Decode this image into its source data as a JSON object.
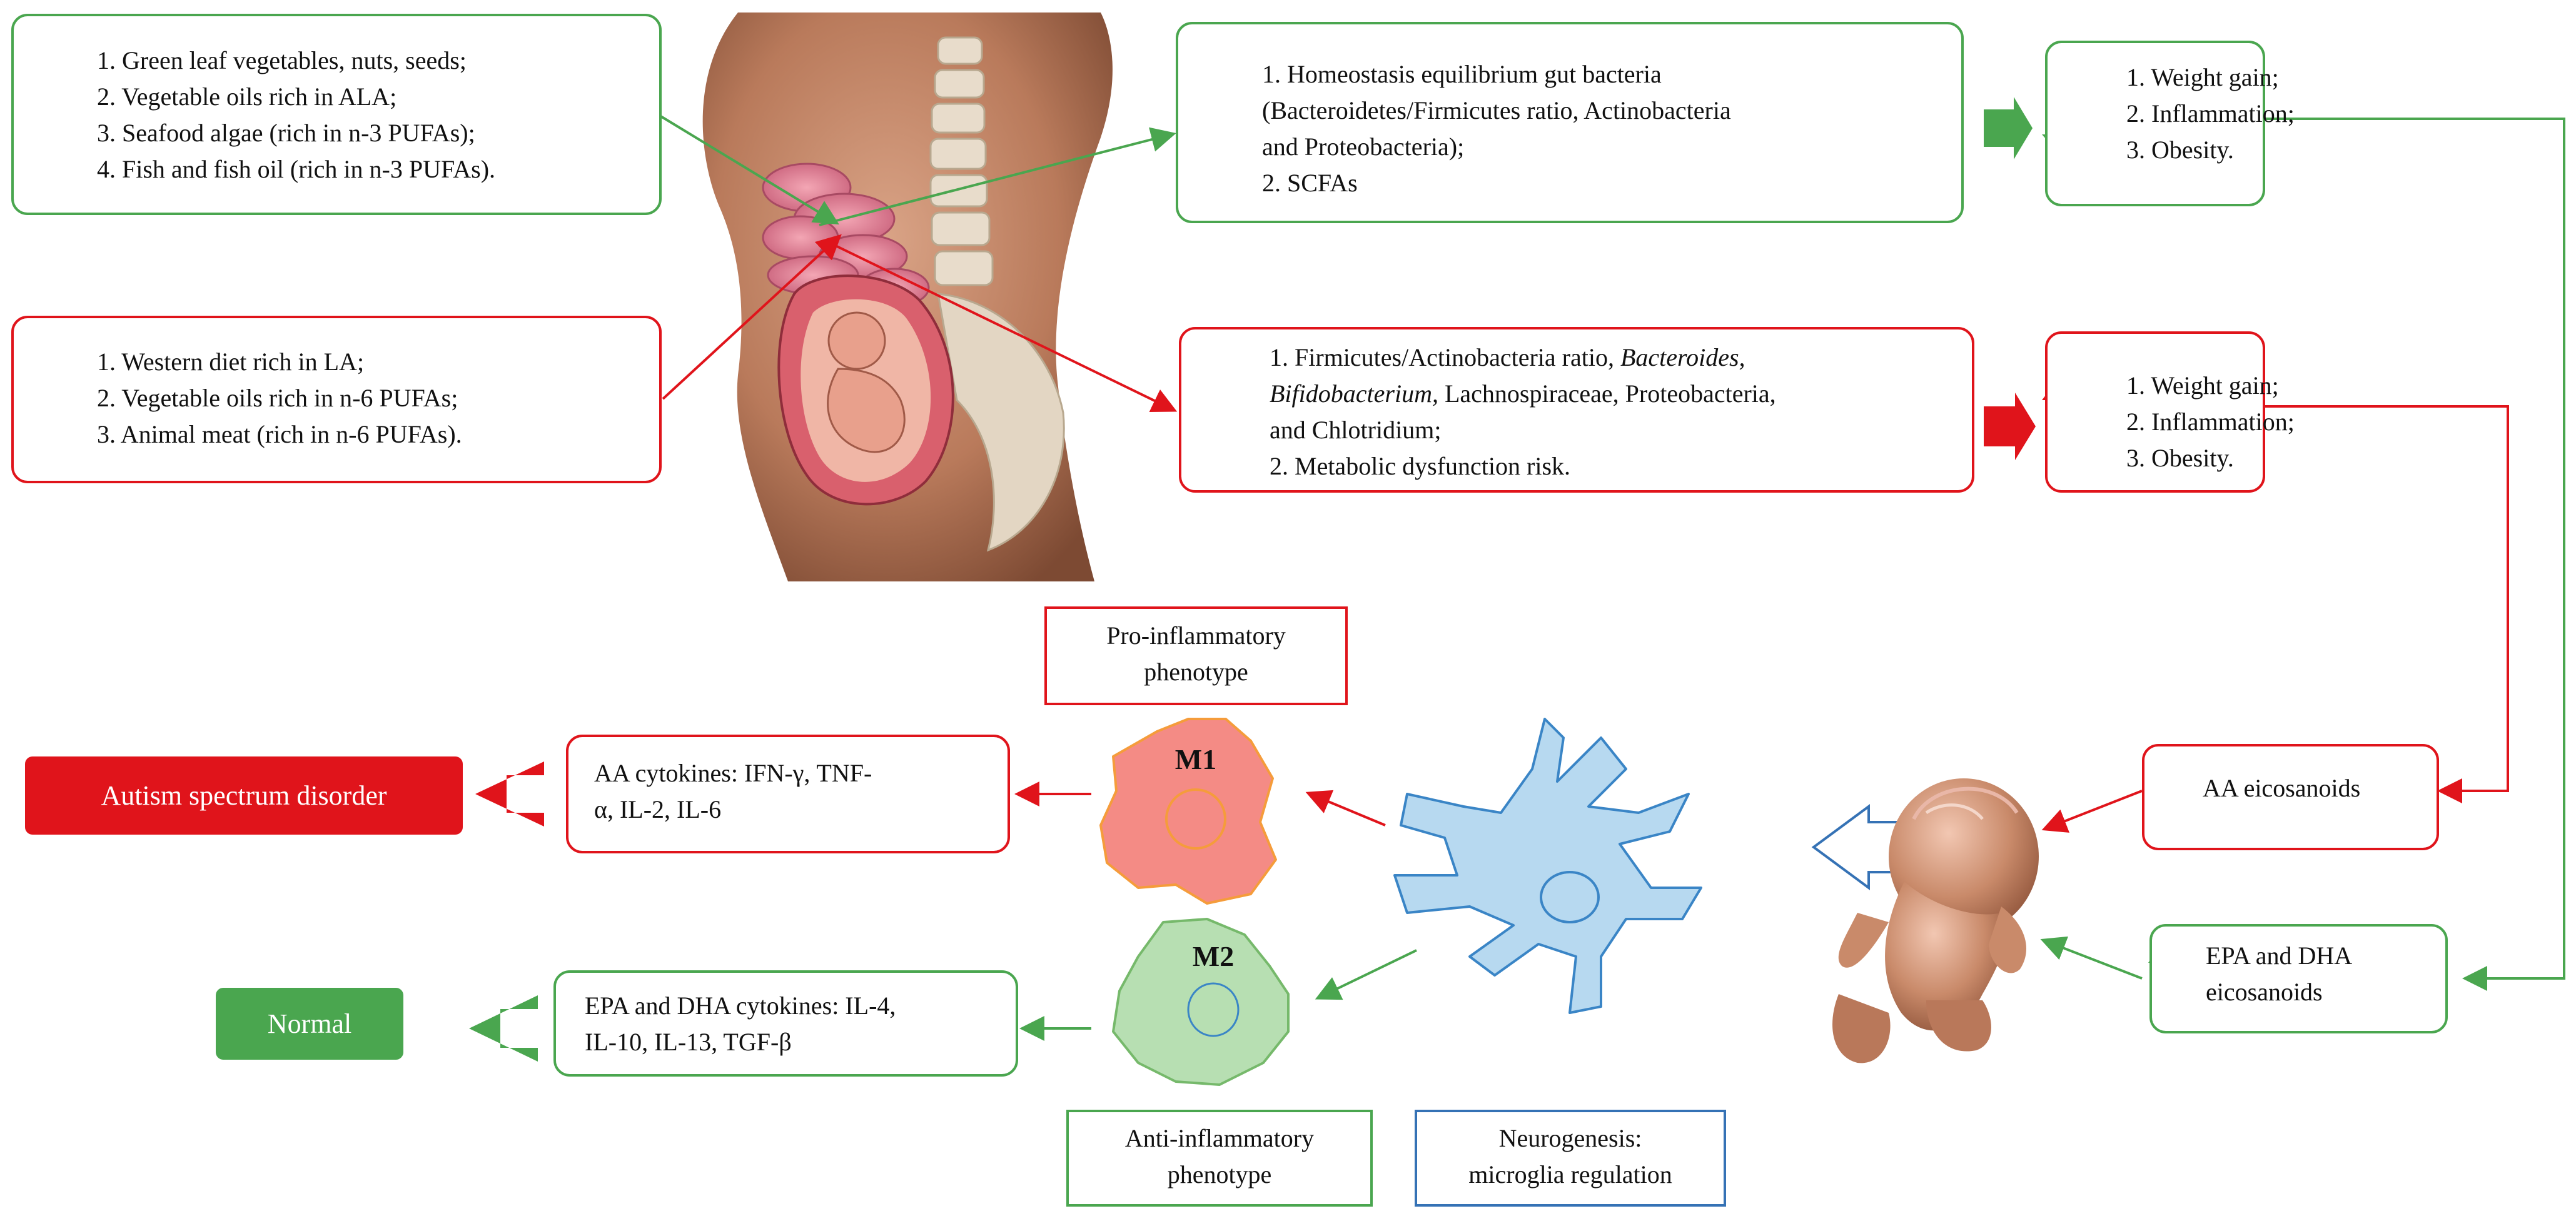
{
  "colors": {
    "green": "#4aa64f",
    "red": "#e0141b",
    "blue": "#3572b5",
    "m1_fill": "#f48b85",
    "m2_fill": "#b7dfb2",
    "microglia_fill": "#b7d9f0",
    "skin": "#c98a6a"
  },
  "diet_good": {
    "lines": [
      "1.     Green leaf vegetables, nuts, seeds;",
      "2. Vegetable oils rich in ALA;",
      "3. Seafood  algae  (rich in n-3 PUFAs);",
      "4. Fish and fish oil (rich in n-3 PUFAs)."
    ]
  },
  "diet_bad": {
    "lines": [
      "1.     Western diet rich in LA;",
      "2. Vegetable oils rich in n-6 PUFAs;",
      "3. Animal meat (rich in n-6 PUFAs)."
    ]
  },
  "gut_good": {
    "lines": [
      "1.     Homeostasis equilibrium gut bacteria",
      "(Bacteroidetes/Firmicutes ratio, Actinobacteria",
      "and Proteobacteria);",
      "2. SCFAs"
    ]
  },
  "gut_bad": {
    "line1": "1.     Firmicutes/Actinobacteria ratio, ",
    "line1_italic": "Bacteroides,",
    "line2_italic": "Bifidobacterium,",
    "line2_rest": "  Lachnospiraceae,  Proteobacteria,",
    "line3": "and Chlotridium;",
    "line4": "2. Metabolic dysfunction risk."
  },
  "outcome_good": {
    "lines": [
      "1.     Weight gain;",
      "2. Inflammation;",
      "3. Obesity."
    ]
  },
  "outcome_bad": {
    "lines": [
      "1.     Weight gain;",
      "2. Inflammation;",
      "3. Obesity."
    ]
  },
  "aa_eicosanoids": {
    "label": "AA eicosanoids"
  },
  "epa_dha_eicosanoids": {
    "lines": [
      "EPA and DHA",
      "eicosanoids"
    ]
  },
  "pro_inflammatory": {
    "lines": [
      "Pro-inflammatory",
      "phenotype"
    ]
  },
  "anti_inflammatory": {
    "lines": [
      "Anti-inflammatory",
      "phenotype"
    ]
  },
  "neurogenesis": {
    "lines": [
      "Neurogenesis:",
      "microglia regulation"
    ]
  },
  "m1": {
    "label": "M1"
  },
  "m2": {
    "label": "M2"
  },
  "aa_cytokines": {
    "lines": [
      "AA cytokines: IFN-γ,  TNF-",
      "α,  IL-2,  IL-6"
    ]
  },
  "epa_cytokines": {
    "lines": [
      "EPA and DHA  cytokines: IL-4,",
      "IL-10, IL-13, TGF-β"
    ]
  },
  "asd": {
    "label": "Autism spectrum disorder"
  },
  "normal": {
    "label": "Normal"
  }
}
